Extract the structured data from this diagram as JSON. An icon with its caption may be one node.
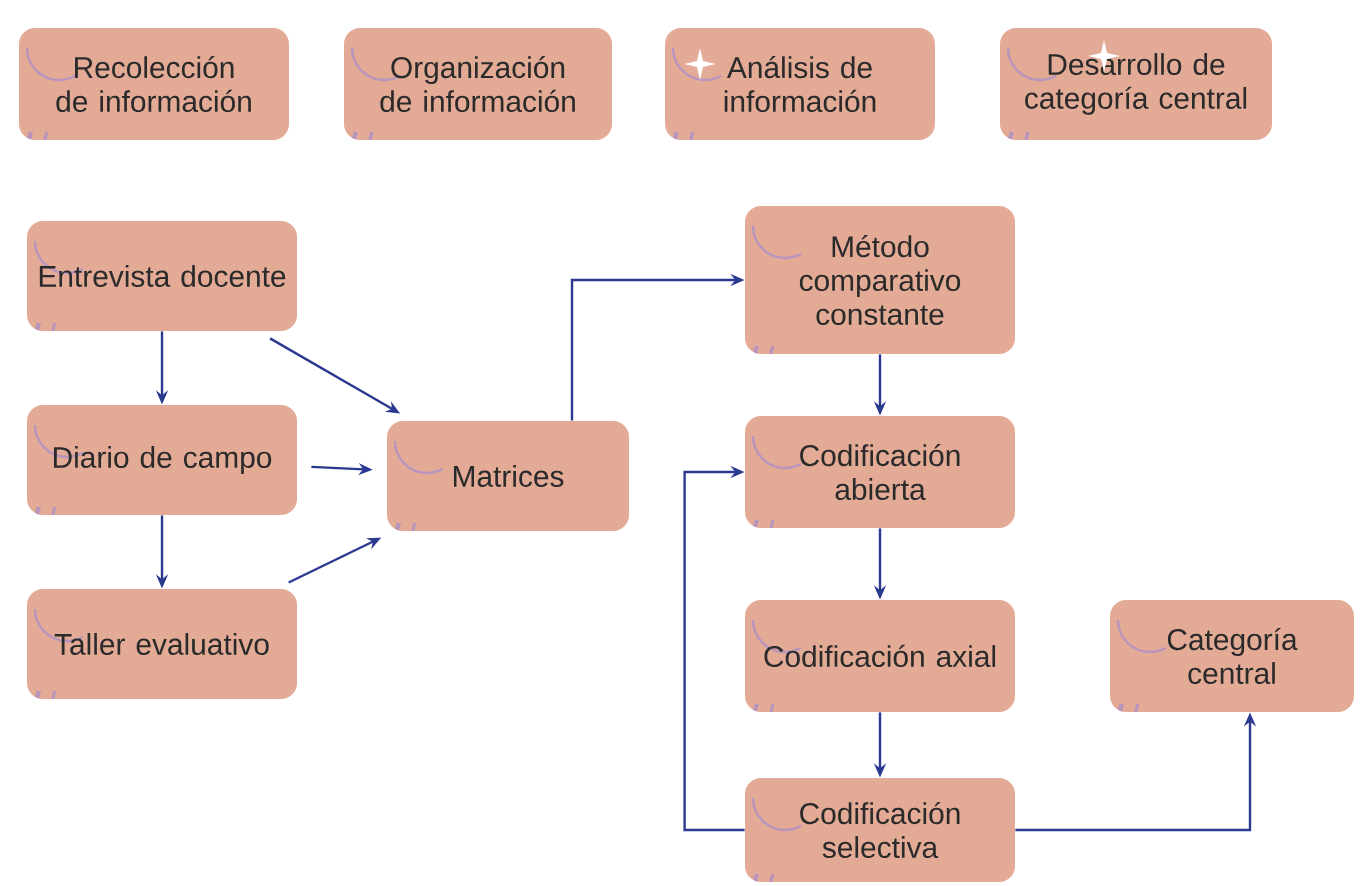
{
  "diagram": {
    "nodes": [
      {
        "text": [
          "Recolección de información"
        ]
      },
      {
        "text": [
          "Organización de información"
        ]
      },
      {
        "text": [
          "Análisis de información"
        ]
      },
      {
        "text": [
          "Desarrollo de categoría central"
        ]
      },
      {
        "text": [
          "Entrevista docente"
        ]
      },
      {
        "text": [
          "Diario de campo"
        ]
      },
      {
        "text": [
          "Taller evaluativo"
        ]
      },
      {
        "text": [
          "Matrices"
        ]
      },
      {
        "text": [
          "Método comparativo constante"
        ]
      },
      {
        "text": [
          "Codificación abierta"
        ]
      },
      {
        "text": [
          "Codificación axial"
        ]
      },
      {
        "text": [
          "Codificación selectiva"
        ]
      },
      {
        "text": [
          "Categoría central"
        ]
      }
    ],
    "edges": [
      {
        "from": 4,
        "to": 5,
        "arrow": "to"
      },
      {
        "from": 5,
        "to": 6,
        "arrow": "to"
      },
      {
        "from": 4,
        "to": 7,
        "arrow": "to"
      },
      {
        "from": 5,
        "to": 7,
        "arrow": "to"
      },
      {
        "from": 6,
        "to": 7,
        "arrow": "to"
      },
      {
        "from": 7,
        "to": 8,
        "arrow": "to"
      },
      {
        "from": 8,
        "to": 9,
        "arrow": "to"
      },
      {
        "from": 9,
        "to": 10,
        "arrow": "to"
      },
      {
        "from": 10,
        "to": 11,
        "arrow": "to"
      },
      {
        "from": 11,
        "to": 9,
        "arrow": "to"
      },
      {
        "from": 11,
        "to": 12,
        "arrow": "to"
      }
    ]
  }
}
